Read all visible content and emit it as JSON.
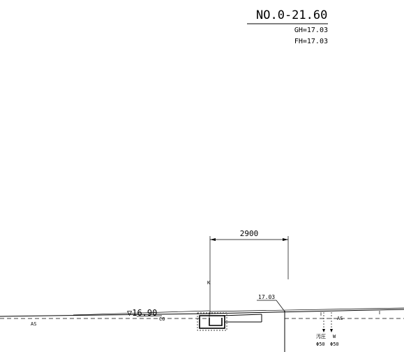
{
  "section": {
    "station": "NO.0-21.60",
    "ground_height": "GH=17.03",
    "formation_height": "FH=17.03"
  },
  "dimension": {
    "width_label": "2900"
  },
  "levels": {
    "existing_level": "▽16.90",
    "road_level": "17.03"
  },
  "labels": {
    "pavement_left": "AS",
    "pavement_right": "AS",
    "concrete": "CO",
    "k_marker": "K",
    "sewer_pressure": "汚圧",
    "water": "W",
    "pipe_left_diameter": "Φ50",
    "pipe_right_diameter": "Φ50"
  }
}
